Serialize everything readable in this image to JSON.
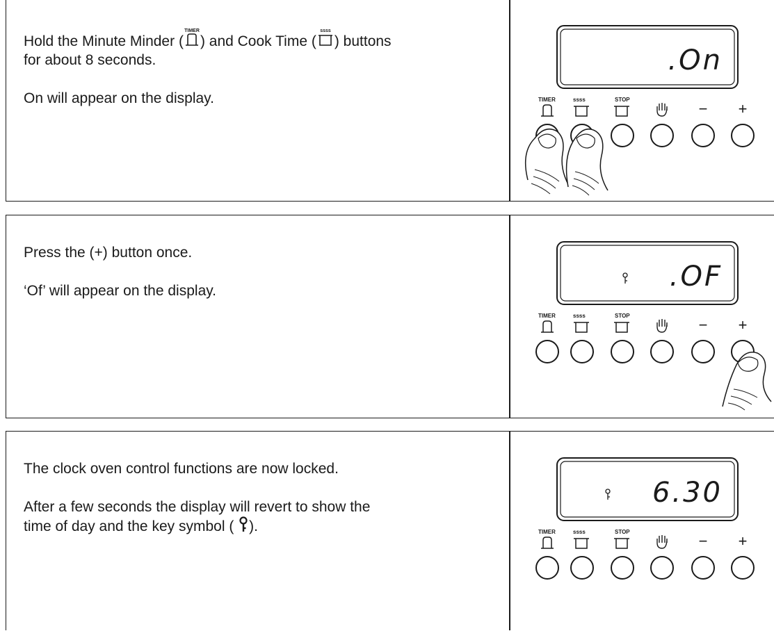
{
  "steps": [
    {
      "line1_a": "Hold the Minute Minder (",
      "line1_b": ") and Cook Time (",
      "line1_c": ") buttons",
      "line1_d": "for about 8 seconds.",
      "line2": "On will appear on the display.",
      "display": ".On",
      "pressed": [
        "timer",
        "cooktime"
      ]
    },
    {
      "line1": "Press the (+) button once.",
      "line2": "‘Of’ will appear on the display.",
      "display": ".OF",
      "show_key": true,
      "pressed": [
        "plus"
      ]
    },
    {
      "line1": "The clock oven control functions are now locked.",
      "line2_a": "After a few seconds the display will revert to show the",
      "line2_b": "time of day and the key symbol (",
      "line2_c": ").",
      "display": "6.30",
      "show_key": true,
      "pressed": []
    }
  ],
  "button_labels": {
    "timer": "TIMER",
    "cooktime": "ssss",
    "stop": "STOP",
    "minus": "−",
    "plus": "+"
  },
  "icons": [
    "bell-timer-icon",
    "cook-time-pot-icon",
    "stop-pot-icon",
    "hand-icon",
    "key-icon",
    "finger-icon"
  ]
}
